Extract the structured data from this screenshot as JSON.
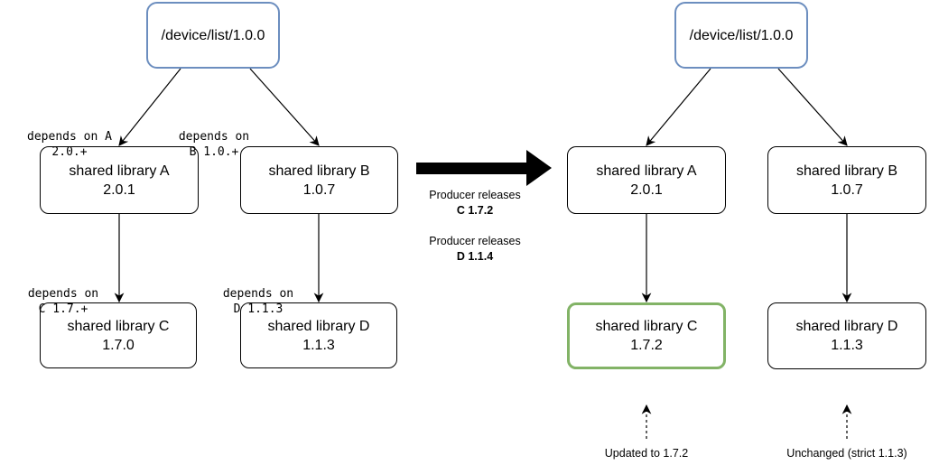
{
  "before": {
    "root": "/device/list/1.0.0",
    "libA": {
      "name": "shared library A",
      "version": "2.0.1"
    },
    "libB": {
      "name": "shared library B",
      "version": "1.0.7"
    },
    "libC": {
      "name": "shared library C",
      "version": "1.7.0"
    },
    "libD": {
      "name": "shared library D",
      "version": "1.1.3"
    },
    "edge_root_a": [
      "depends on A",
      "2.0.+"
    ],
    "edge_root_b": [
      "depends on",
      "B 1.0.+"
    ],
    "edge_a_c": [
      "depends on",
      "C 1.7.+"
    ],
    "edge_b_d": [
      "depends on",
      "D 1.1.3"
    ]
  },
  "transition": {
    "release1_text": "Producer releases",
    "release1_version": "C 1.7.2",
    "release2_text": "Producer releases",
    "release2_version": "D 1.1.4"
  },
  "after": {
    "root": "/device/list/1.0.0",
    "libA": {
      "name": "shared library A",
      "version": "2.0.1"
    },
    "libB": {
      "name": "shared library B",
      "version": "1.0.7"
    },
    "libC": {
      "name": "shared library C",
      "version": "1.7.2"
    },
    "libD": {
      "name": "shared library D",
      "version": "1.1.3"
    },
    "note_c": "Updated to 1.7.2",
    "note_d": "Unchanged (strict 1.1.3)"
  },
  "colors": {
    "root_border": "#6c8ebf",
    "updated_border": "#82b366",
    "edge": "#000000"
  }
}
